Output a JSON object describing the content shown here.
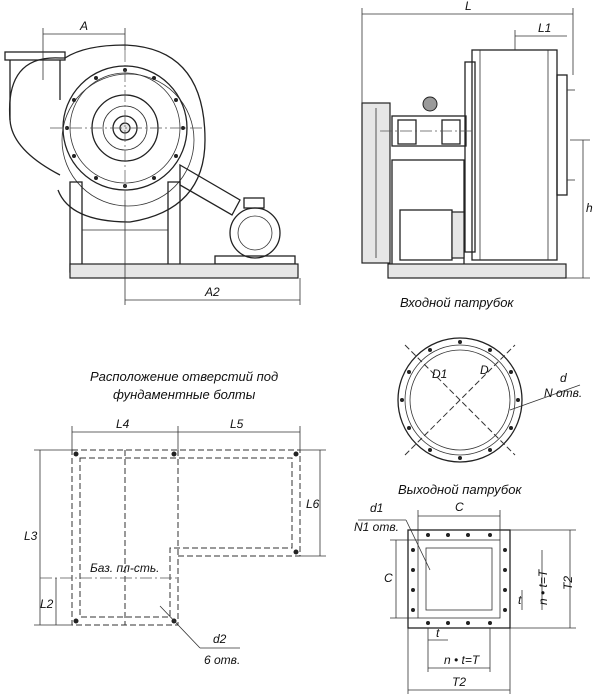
{
  "front_view": {
    "dim_a": "A",
    "dim_a2": "A2"
  },
  "side_view": {
    "dim_l": "L",
    "dim_l1": "L1",
    "dim_h": "h"
  },
  "inlet": {
    "title": "Входной патрубок",
    "d1": "D1",
    "d": "D",
    "hole_d": "d",
    "hole_count": "N отв."
  },
  "foundation": {
    "title_line1": "Расположение отверстий под",
    "title_line2": "фундаментные болты",
    "l4": "L4",
    "l5": "L5",
    "l6": "L6",
    "l3": "L3",
    "l2": "L2",
    "base_plane": "Баз. пл-сть.",
    "hole_d2": "d2",
    "hole_count": "6 отв."
  },
  "outlet": {
    "title": "Выходной патрубок",
    "d1": "d1",
    "n1": "N1 отв.",
    "c_top": "C",
    "c_left": "C",
    "t_vert": "t",
    "nt_vert": "n • t=T",
    "t2_vert": "T2",
    "t_horiz": "t",
    "nt_horiz": "n • t=T",
    "t2_horiz": "T2"
  }
}
